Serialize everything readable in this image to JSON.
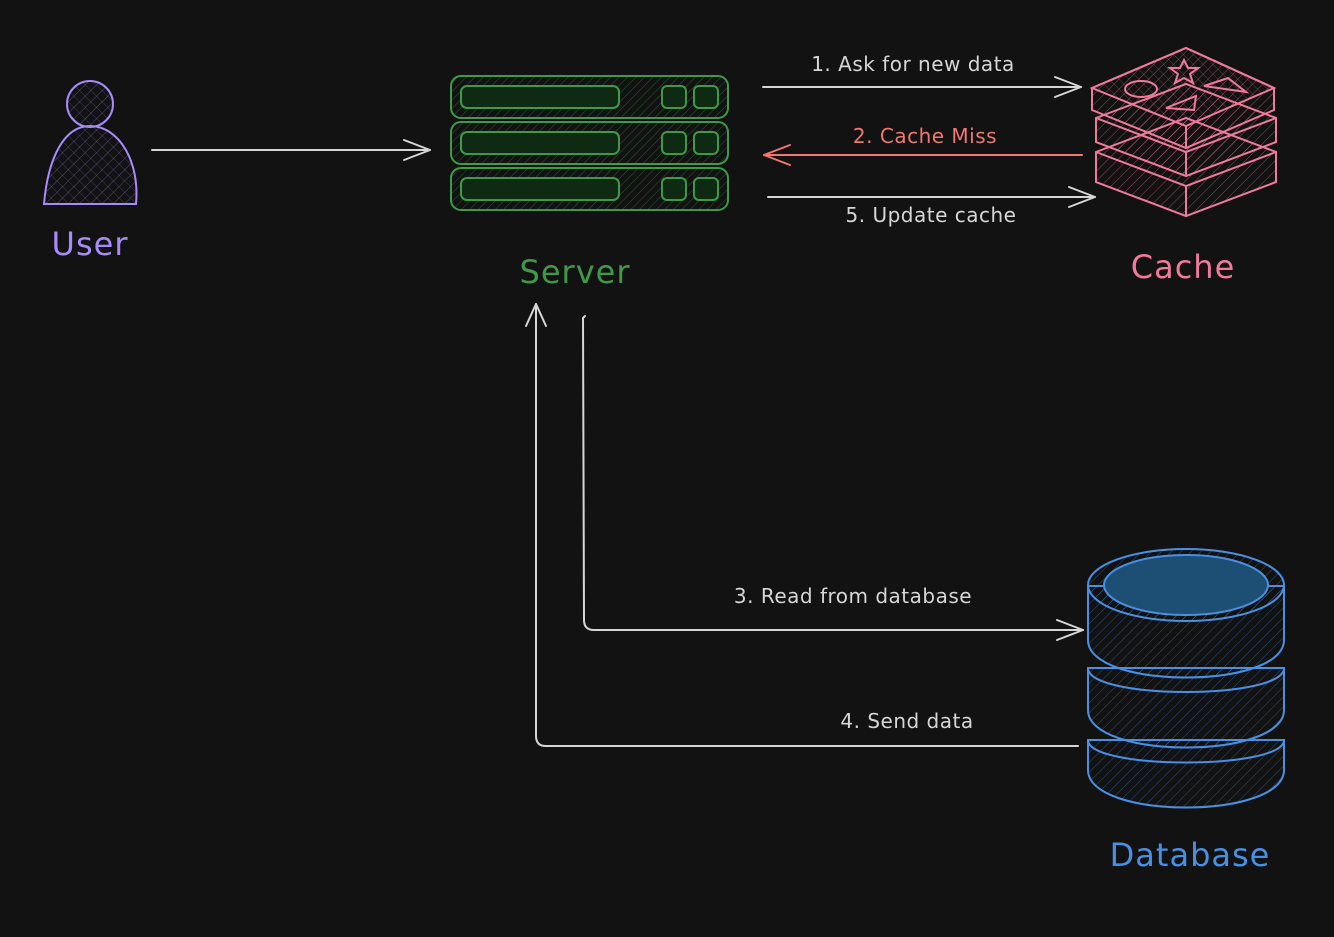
{
  "nodes": {
    "user": {
      "label": "User",
      "color": "#a78bfa"
    },
    "server": {
      "label": "Server",
      "color": "#3e9a48"
    },
    "cache": {
      "label": "Cache",
      "color": "#f07a9c"
    },
    "database": {
      "label": "Database",
      "color": "#4a90e2"
    }
  },
  "edges": {
    "ask": {
      "label": "1. Ask for new data",
      "color": "#d6d6d6"
    },
    "miss": {
      "label": "2. Cache Miss",
      "color": "#f2776f"
    },
    "update": {
      "label": "5. Update cache",
      "color": "#d6d6d6"
    },
    "read": {
      "label": "3. Read from database",
      "color": "#d6d6d6"
    },
    "send": {
      "label": "4. Send data",
      "color": "#d6d6d6"
    }
  }
}
